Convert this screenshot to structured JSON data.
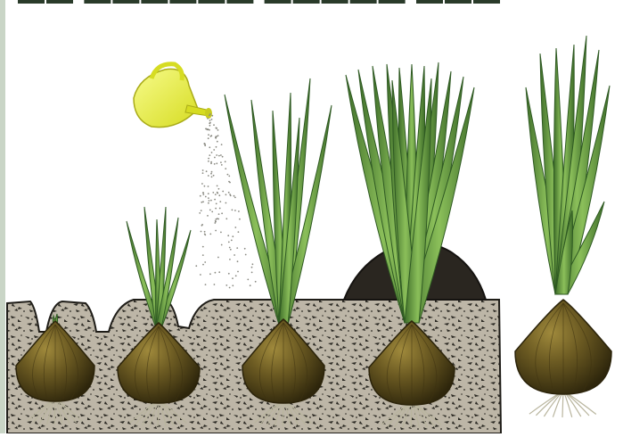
{
  "image": {
    "subject": "onion-growth-stages",
    "stages": [
      {
        "stage": 1,
        "description": "bulb-planted-in-furrow"
      },
      {
        "stage": 2,
        "description": "young-sprout"
      },
      {
        "stage": 3,
        "description": "watered-seedling"
      },
      {
        "stage": 4,
        "description": "earthed-up-mature-plant"
      },
      {
        "stage": 5,
        "description": "uprooted-onion-with-roots"
      }
    ],
    "colors": {
      "soil": "#b9b2a4",
      "soil_speckle": "#2c2a24",
      "soil_outline": "#1f1d18",
      "mound": "#2a2620",
      "bulb": "#6b5a22",
      "bulb_dark": "#3d3210",
      "bulb_highlight": "#a08a3c",
      "leaf": "#6fa046",
      "leaf_dark": "#2f5a23",
      "watering_can": "#e9ee4a",
      "root": "#b9b59e"
    },
    "icons": [
      "watering-can-icon"
    ]
  }
}
